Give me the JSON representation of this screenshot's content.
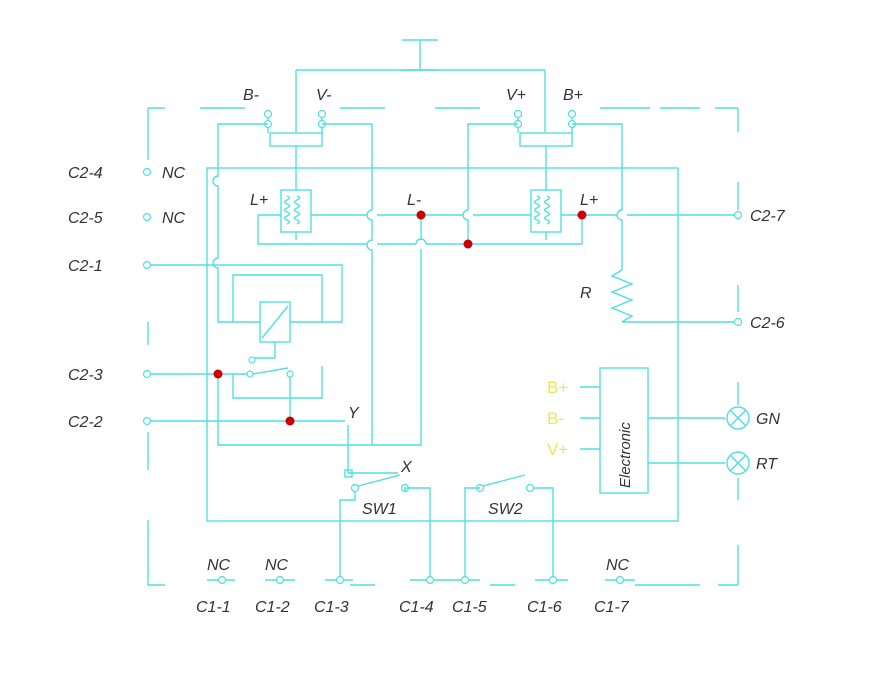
{
  "colors": {
    "wire": "#4fe0e0",
    "text": "#333333",
    "junction": "#cc0000",
    "electronic_label": "#f2e64a",
    "background": "#ffffff"
  },
  "left_connectors": {
    "c2_4": "C2-4",
    "c2_5": "C2-5",
    "c2_1": "C2-1",
    "c2_3": "C2-3",
    "c2_2": "C2-2"
  },
  "right_connectors": {
    "c2_7": "C2-7",
    "c2_6": "C2-6"
  },
  "bottom_connectors": {
    "c1_1": "C1-1",
    "c1_2": "C1-2",
    "c1_3": "C1-3",
    "c1_4": "C1-4",
    "c1_5": "C1-5",
    "c1_6": "C1-6",
    "c1_7": "C1-7"
  },
  "nc_labels": {
    "c2_4": "NC",
    "c2_5": "NC",
    "c1_1": "NC",
    "c1_2": "NC",
    "c1_7": "NC"
  },
  "relay_terms": {
    "b_minus": "B-",
    "v_minus": "V-",
    "v_plus": "V+",
    "b_plus": "B+"
  },
  "coil_labels": {
    "l_plus_left": "L+",
    "l_minus": "L-",
    "l_plus_right": "L+"
  },
  "resistor": "R",
  "electronic": {
    "title": "Electronic",
    "inputs": [
      "B+",
      "B-",
      "V+"
    ]
  },
  "lamps": {
    "gn": "GN",
    "rt": "RT"
  },
  "switches": {
    "sw1": "SW1",
    "sw2": "SW2"
  },
  "axes": {
    "y": "Y",
    "x": "X"
  }
}
